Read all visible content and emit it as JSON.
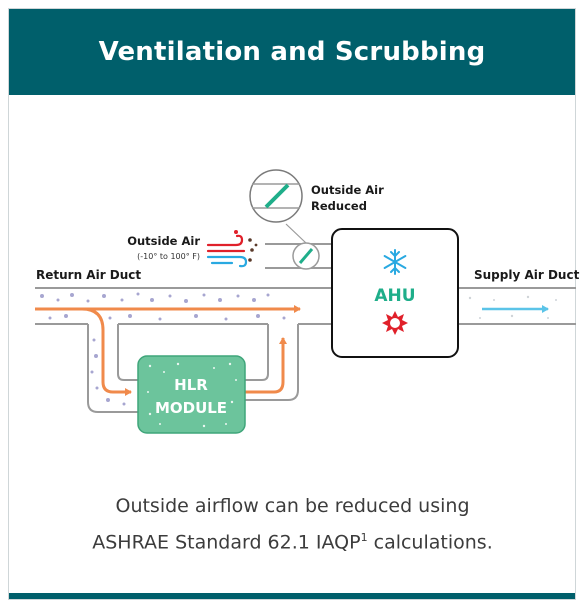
{
  "title": "Ventilation and Scrubbing",
  "labels": {
    "outside_air_reduced_line1": "Outside Air",
    "outside_air_reduced_line2": "Reduced",
    "outside_air": "Outside Air",
    "outside_air_range": "(-10° to 100° F)",
    "return_air_duct": "Return Air Duct",
    "supply_air_duct": "Supply Air Duct",
    "ahu": "AHU",
    "hlr_line1": "HLR",
    "hlr_line2": "MODULE"
  },
  "caption": {
    "line1": "Outside airflow can be reduced using",
    "line2_pre": "ASHRAE Standard 62.1 IAQP",
    "line2_sup": "1",
    "line2_post": " calculations."
  },
  "colors": {
    "header": "#005f6b",
    "flow_arrow": "#f08a4b",
    "supply_arrow": "#5bc4e8",
    "hlr_module": "#6cc49c",
    "damper": "#1fae8a",
    "ahu_text": "#1fae8a",
    "snowflake": "#29a9e1",
    "sun": "#e0202a"
  },
  "icons": [
    "snowflake-icon",
    "sun-icon",
    "wind-icon",
    "damper-icon"
  ]
}
